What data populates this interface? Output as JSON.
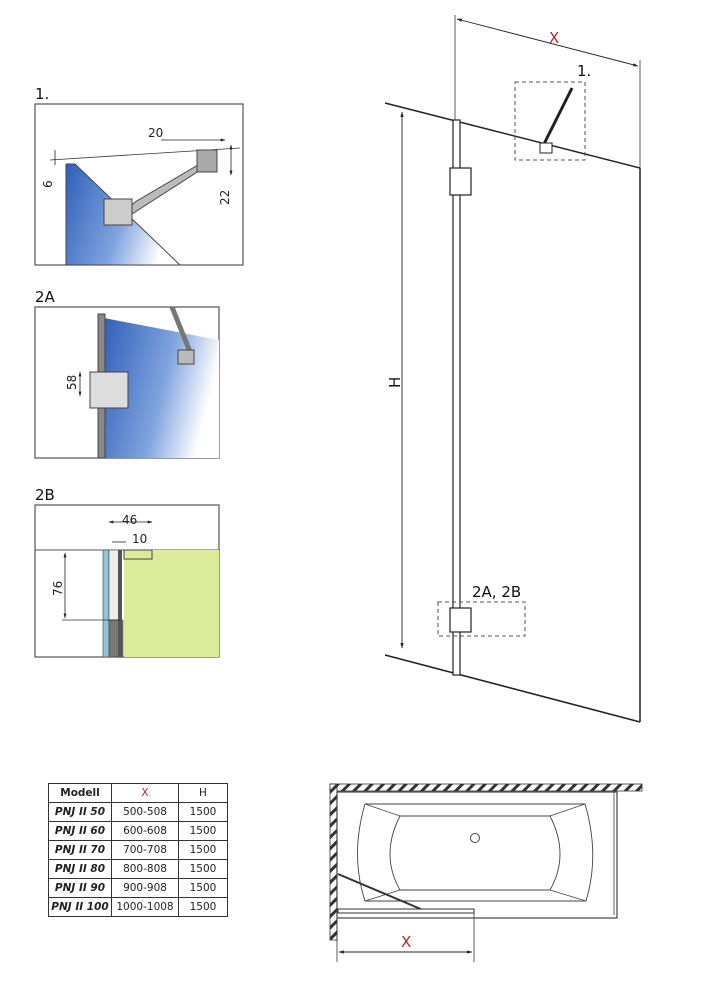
{
  "details": {
    "d1": {
      "label": "1.",
      "dim_width": "20",
      "dim_height": "22",
      "dim_offset": "6"
    },
    "d2a": {
      "label": "2A",
      "dim_height": "58"
    },
    "d2b": {
      "label": "2B",
      "dim_width": "46",
      "dim_inner": "10",
      "dim_height": "76"
    }
  },
  "main_view": {
    "dim_x": "X",
    "dim_h": "H",
    "callout_1": "1.",
    "callout_2": "2A, 2B"
  },
  "plan_view": {
    "dim_x": "X"
  },
  "table": {
    "headers": [
      "Modell",
      "X",
      "H"
    ],
    "rows": [
      [
        "PNJ II 50",
        "500-508",
        "1500"
      ],
      [
        "PNJ II 60",
        "600-608",
        "1500"
      ],
      [
        "PNJ II 70",
        "700-708",
        "1500"
      ],
      [
        "PNJ II 80",
        "800-808",
        "1500"
      ],
      [
        "PNJ II 90",
        "900-908",
        "1500"
      ],
      [
        "PNJ II 100",
        "1000-1008",
        "1500"
      ]
    ]
  },
  "colors": {
    "accent_red": "#b0272b",
    "glass_blue": "#3b6fc4",
    "wall_green": "#dcec9a"
  }
}
